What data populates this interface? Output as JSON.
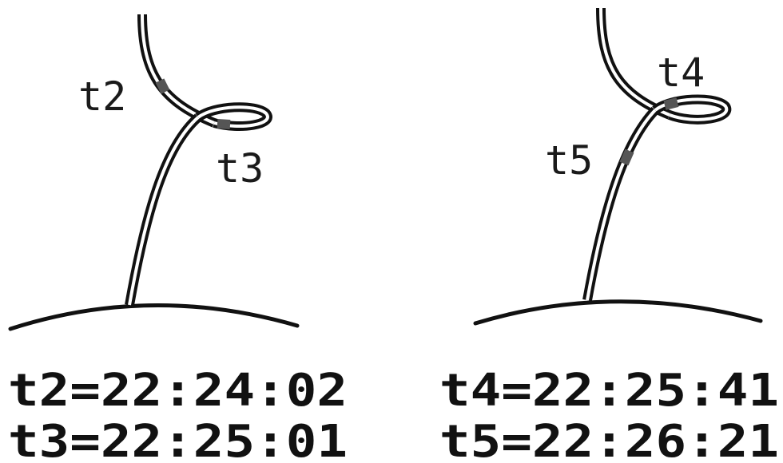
{
  "left_panel": {
    "label_a": "t2",
    "label_b": "t3",
    "time_a": "t2=22:24:02",
    "time_b": "t3=22:25:01"
  },
  "right_panel": {
    "label_a": "t4",
    "label_b": "t5",
    "time_a": "t4=22:25:41",
    "time_b": "t5=22:26:21"
  },
  "colors": {
    "stroke": "#111111",
    "marker": "#555555",
    "background": "#ffffff"
  }
}
